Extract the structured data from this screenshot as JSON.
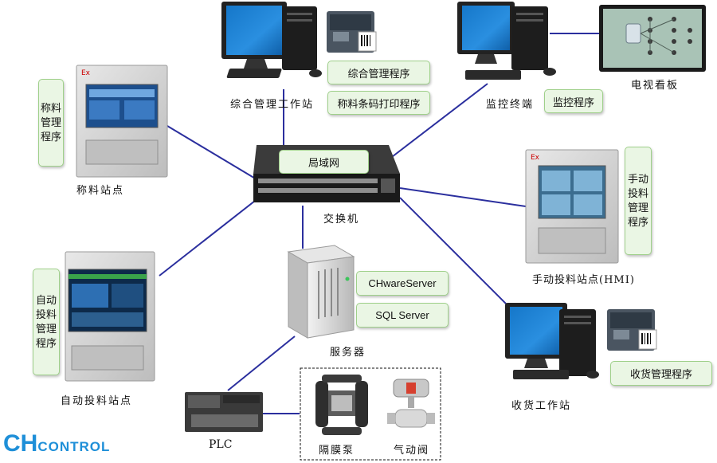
{
  "nodes": {
    "workstation": {
      "caption": "综合管理工作站",
      "tags": [
        "综合管理程序",
        "称料条码打印程序"
      ]
    },
    "monitor": {
      "caption": "监控终端",
      "tag": "监控程序"
    },
    "tv_board": {
      "caption": "电视看板"
    },
    "weigh_station": {
      "caption": "称料站点",
      "tag": "称料管理程序"
    },
    "switch": {
      "caption": "交换机",
      "tag": "局域网"
    },
    "manual_station": {
      "caption": "手动投料站点(HMI)",
      "tag": "手动投料管理程序"
    },
    "auto_station": {
      "caption": "自动投料站点",
      "tag": "自动投料管理程序"
    },
    "server": {
      "caption": "服务器",
      "tags": [
        "CHwareServer",
        "SQL Server"
      ]
    },
    "receiving": {
      "caption": "收货工作站",
      "tag": "收货管理程序"
    },
    "plc": {
      "caption": "PLC"
    },
    "pump": {
      "caption": "隔膜泵"
    },
    "valve": {
      "caption": "气动阀"
    }
  },
  "logo": {
    "ch": "CH",
    "control": "CONTROL"
  },
  "colors": {
    "line": "#2b2f9e",
    "tag_bg": "#eaf6e4",
    "tag_border": "#9fd08a",
    "screen": "#1c7fd6",
    "cabinet": "#d4d4d4"
  }
}
